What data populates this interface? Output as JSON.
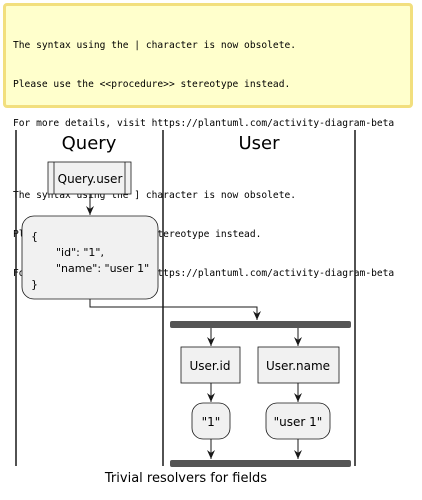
{
  "warnings": [
    [
      "The syntax using the | character is now obsolete.",
      "Please use the <<procedure>> stereotype instead.",
      "For more details, visit https://plantuml.com/activity-diagram-beta"
    ],
    [
      "The syntax using the ] character is now obsolete.",
      "Please use the <<task>> stereotype instead.",
      "For more details, visit https://plantuml.com/activity-diagram-beta"
    ]
  ],
  "lanes": [
    "Query",
    "User"
  ],
  "nodes": {
    "procedure": "Query.user",
    "json_lines": [
      "{",
      "\"id\": \"1\",",
      "\"name\": \"user 1\"",
      "}"
    ],
    "user_id": "User.id",
    "user_name": "User.name",
    "result_id": "\"1\"",
    "result_name": "\"user 1\""
  },
  "caption": "Trivial resolvers for fields"
}
